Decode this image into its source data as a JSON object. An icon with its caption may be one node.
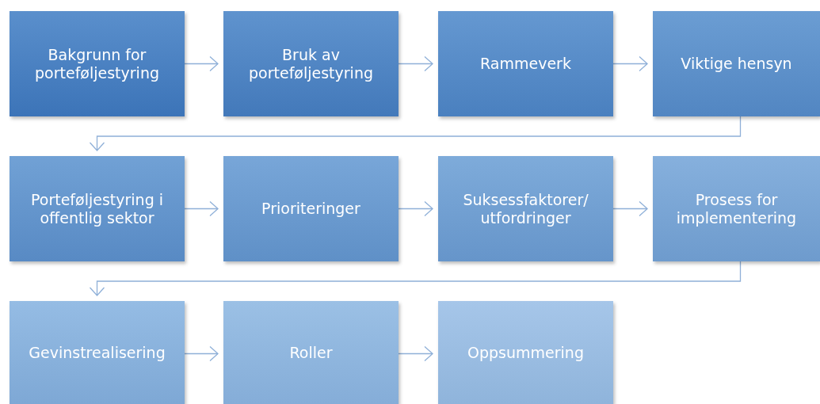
{
  "diagram": {
    "nodes": [
      {
        "text": [
          "Bakgrunn for porteføljestyring"
        ]
      },
      {
        "text": [
          "Bruk av porteføljestyring"
        ]
      },
      {
        "text": [
          "Rammeverk"
        ]
      },
      {
        "text": [
          "Viktige hensyn"
        ]
      },
      {
        "text": [
          "Porteføljestyring i offentlig sektor"
        ]
      },
      {
        "text": [
          "Prioriteringer"
        ]
      },
      {
        "text": [
          "Suksessfaktorer/ utfordringer"
        ]
      },
      {
        "text": [
          "Prosess for implementering"
        ]
      },
      {
        "text": [
          "Gevinstrealisering"
        ]
      },
      {
        "text": [
          "Roller"
        ]
      },
      {
        "text": [
          "Oppsummering"
        ]
      }
    ],
    "edges": [
      {
        "from": 0,
        "to": 1,
        "arrow": "to"
      },
      {
        "from": 1,
        "to": 2,
        "arrow": "to"
      },
      {
        "from": 2,
        "to": 3,
        "arrow": "to"
      },
      {
        "from": 3,
        "to": 4,
        "arrow": "to"
      },
      {
        "from": 4,
        "to": 5,
        "arrow": "to"
      },
      {
        "from": 5,
        "to": 6,
        "arrow": "to"
      },
      {
        "from": 6,
        "to": 7,
        "arrow": "to"
      },
      {
        "from": 7,
        "to": 8,
        "arrow": "to"
      },
      {
        "from": 8,
        "to": 9,
        "arrow": "to"
      },
      {
        "from": 9,
        "to": 10,
        "arrow": "to"
      }
    ]
  }
}
